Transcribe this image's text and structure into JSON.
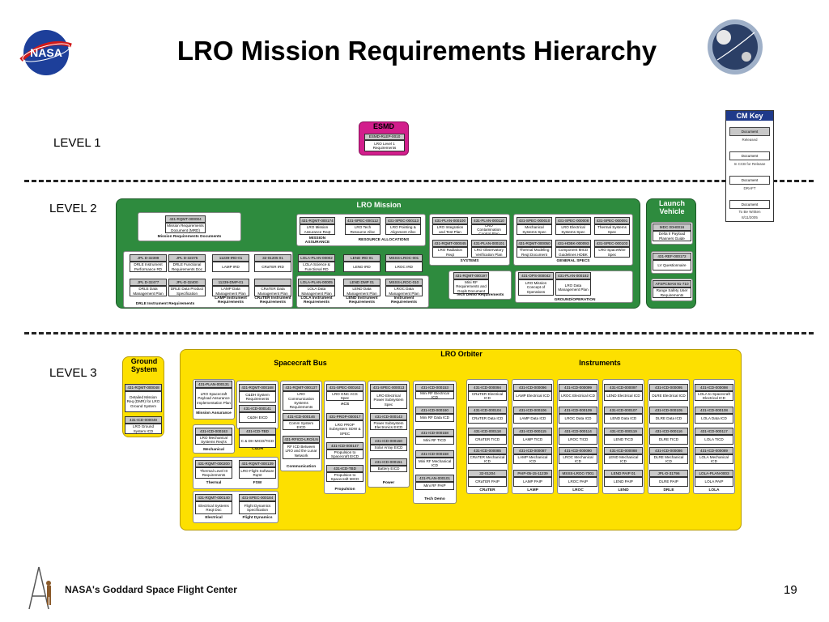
{
  "title": "LRO Mission Requirements Hierarchy",
  "levels": [
    "LEVEL 1",
    "LEVEL 2",
    "LEVEL 3"
  ],
  "cmkey": {
    "title": "CM Key",
    "items": [
      "Document",
      "Released",
      "Document",
      "In CCB for Release",
      "Document",
      "DRAFT",
      "Document",
      "To Be Written"
    ],
    "date": "8/11/2005"
  },
  "esmd": {
    "title": "ESMD",
    "doc": "ESMD-RLEP-0010",
    "desc": "LRO Level 1 Requirements"
  },
  "mission": {
    "title": "LRO Mission",
    "mrd_id": "431-RQMT-000004",
    "mrd_desc": "Mission Requirements Document (MRD)",
    "mrd_cap": "Mission Requirements Documents",
    "ma_id": "431-RQMT-000174",
    "ma_desc": "LRO Mission Assurance Reqt",
    "ma_cap": "MISSION ASSURANCE",
    "ra1_id": "431-SPEC-000112",
    "ra1_desc": "LRO Tech Resource Alloc",
    "ra2_id": "431-SPEC-000113",
    "ra2_desc": "LRO Pointing & Alignment Alloc",
    "ra_cap": "RESOURCE ALLOCATIONS",
    "sys": [
      [
        "431-PLAN-000100",
        "LRO Integration and Test Plan"
      ],
      [
        "431-PLAN-000110",
        "LRO Contamination Control Plan"
      ],
      [
        "431-RQMT-000045",
        "LRO Radiation Reqt"
      ],
      [
        "431-PLAN-000101",
        "LRO Observatory Verification Plan"
      ]
    ],
    "sys_cap": "SYSTEMS",
    "gen": [
      [
        "431-SPEC-000010",
        "Mechanical Systems Spec"
      ],
      [
        "431-SPEC-000008",
        "LRO Electrical Systems Spec"
      ],
      [
        "431-SPEC-000091",
        "Thermal Systems Spec"
      ],
      [
        "431-RQMT-000050",
        "Thermal Modeling Reqt Document"
      ],
      [
        "431-HDBK-000093",
        "Component MICD Guidelines HDBK"
      ],
      [
        "431-SPEC-000103",
        "LRO SpaceWire Spec"
      ]
    ],
    "gen_cap": "GENERAL SPECS",
    "td_id": "431-RQMT-000197",
    "td_desc": "Mini RF Requirements and Goals Document",
    "td_cap": "Tech Demo Requirements",
    "go": [
      [
        "431-OPS-000042",
        "LRO Mission Concept of Operations"
      ],
      [
        "431-PLAN-000182",
        "LRO Data Management Plan"
      ]
    ],
    "go_cap": "GROUND/OPERATION",
    "inst": [
      [
        "JPL D-32399",
        "DRLE Instrument Performance RD",
        "JPL D-32477",
        "DRLE Data Management Plan"
      ],
      [
        "JPL D-32375",
        "DRLE Functional Requirements Doc",
        "JPL-D-32400",
        "DRLE Data Product Specification"
      ],
      [
        "11239-IRD-01",
        "LAMP IRD",
        "11239-DMP-01",
        "LAMP Data Management Plan"
      ],
      [
        "32-01205 01",
        "CRaTER IRD",
        "",
        "CRaTER Data Management Plan"
      ],
      [
        "LOLA-PLAN-00002",
        "LOLA Science & Functional RD",
        "LOLA-PLAN-00005",
        "LOLA Data Management Plan"
      ],
      [
        "LEND IRD 01",
        "LEND IRD",
        "LEND DMP 01",
        "LEND Data Management Plan"
      ],
      [
        "MSSS-LROC-001",
        "LROC IRD",
        "MSSS-LROC-010",
        "LROC Data Management Plan"
      ]
    ],
    "inst_caps": [
      "DRLE Instrument Requirements",
      "LAMP Instrument Requirements",
      "CRaTER Instrument Requirements",
      "LOLA Instrument Requirements",
      "LEND Instrument Requirements",
      "Instrument Requirements"
    ]
  },
  "launch": {
    "title": "Launch Vehicle",
    "items": [
      [
        "MDC 00H0016",
        "Delta II Payload Planners Guide"
      ],
      [
        "431-REF-000172",
        "LV Questionnaire"
      ],
      [
        "AFSPCMAN 91-710",
        "Range Safety User Requirements"
      ]
    ]
  },
  "orbiter": {
    "title": "LRO Orbiter",
    "sc": "Spacecraft Bus",
    "inst": "Instruments",
    "ground": "Ground System",
    "gnd": [
      [
        "431-RQMT-000048",
        "Detailed Mission Req (DMR) for LRO Ground System"
      ],
      [
        "431-ICD-000049",
        "LRO Ground System ICD"
      ]
    ],
    "ma": [
      [
        "431-PLAN-000131",
        "LRO Spacecraft Payload Assurance Implementation Plan"
      ]
    ],
    "ma_cap": "Mission Assurance",
    "cdh": [
      [
        "431-RQMT-000168",
        "C&DH System Requirements"
      ],
      [
        "431-ICD-000141",
        "C&DH EICD"
      ]
    ],
    "cdh_cap": "C&DH",
    "mech": [
      [
        "431-ICD-000163",
        "LRO Mechanical Systems Req'ts"
      ],
      [
        "431-ICD-TBD",
        "C & DH MICD/TICD"
      ]
    ],
    "mech_cap": "Mechanical",
    "comm": [
      [
        "431-RQMT-000137",
        "LRO Communication Systems Requirements"
      ],
      [
        "431-ICD-000146",
        "Comm System EICD"
      ],
      [
        "431-RFICD-LRO/LN",
        "RF ICD Between LRO and the Lunar Network"
      ]
    ],
    "comm_cap": "Communication",
    "acs": [
      [
        "431-SPEC-000162",
        "LRO GNC ACS Spec"
      ],
      [
        "431-PROP-000017",
        "LRO PROP Subsystem SDW & SPEC"
      ],
      [
        "431-ICD-000147",
        "Propulsion to Spacecraft EICD"
      ],
      [
        "431-ICD-TBD",
        "Propulsion to Spacecraft MICD"
      ]
    ],
    "acs_cap": "ACS",
    "prop_cap": "Propulsion",
    "pwr": [
      [
        "431-SPEC-000013",
        "LRO Electrical Power Subsystem Spec"
      ],
      [
        "431-ICD-000143",
        "Power Subsystem Electronics EICD"
      ],
      [
        "431-ICD-000150",
        "Solar Array EICD"
      ],
      [
        "431-ICD-000151",
        "Battery EICD"
      ]
    ],
    "pwr_cap": "Power",
    "therm": [
      [
        "431-RQMT-000200",
        "Thermal Level III Requirements"
      ],
      [
        "431-RQMT-000139",
        "LRO Flight Software Rqmt"
      ]
    ],
    "therm_cap": "Thermal",
    "fsw_cap": "FSW",
    "elec": [
      [
        "431-RQMT-000140",
        "Electrical Systems Reqt Doc"
      ],
      [
        "431-SPEC-000184",
        "Flight Dynamics Specification"
      ]
    ],
    "elec_cap": "Electrical",
    "fd_cap": "Flight Dynamics",
    "td": [
      [
        "431-ICD-000153",
        "Mini RF Electrical ICD"
      ],
      [
        "431-ICD-000160",
        "Mini RF Data ICD"
      ],
      [
        "431-ICD-000158",
        "Mini RF TICD"
      ],
      [
        "431-ICD-000158",
        "Mini RF Mechanical ICD"
      ],
      [
        "431-PLAN-000101",
        "Mini RF PAIP"
      ]
    ],
    "td_cap": "Tech Demo",
    "icols": [
      {
        "cap": "CRaTER",
        "items": [
          [
            "431-ICD-000094",
            "CRaTER Electrical ICD"
          ],
          [
            "431-ICD-000104",
            "CRaTER Data ICD"
          ],
          [
            "431-ICD-000118",
            "CRaTER TICD"
          ],
          [
            "431-ICD-000085",
            "CRaTER Mechanical ICD"
          ],
          [
            "32-01204",
            "CRaTER PAIP"
          ]
        ]
      },
      {
        "cap": "LAMP",
        "items": [
          [
            "431-ICD-000096",
            "LAMP Electrical ICD"
          ],
          [
            "431-ICD-000106",
            "LAMP Data ICD"
          ],
          [
            "431-ICD-000115",
            "LAMP TICD"
          ],
          [
            "431-ICD-000087",
            "LAMP Mechanical ICD"
          ],
          [
            "PAIP-05-15-11239",
            "LAMP PAIP"
          ]
        ]
      },
      {
        "cap": "LROC",
        "items": [
          [
            "431-ICD-000099",
            "LROC Electrical ICD"
          ],
          [
            "431-ICD-000109",
            "LROC Data ICD"
          ],
          [
            "431-ICD-000114",
            "LROC TICD"
          ],
          [
            "431-ICD-000090",
            "LROC Mechanical ICD"
          ],
          [
            "MSSS-LROC-7001",
            "LROC PAIP"
          ]
        ]
      },
      {
        "cap": "LEND",
        "items": [
          [
            "431-ICD-000097",
            "LEND Electrical ICD"
          ],
          [
            "431-ICD-000107",
            "LEND Data ICD"
          ],
          [
            "431-ICD-000119",
            "LEND TICD"
          ],
          [
            "431-ICD-000088",
            "LEND Mechanical ICD"
          ],
          [
            "LEND PAIP 01",
            "LEND PAIP"
          ]
        ]
      },
      {
        "cap": "DRLE",
        "items": [
          [
            "431-ICD-000095",
            "DLRE Electrical ICD"
          ],
          [
            "431-ICD-000105",
            "DLRE Data ICD"
          ],
          [
            "431-ICD-000116",
            "DLRE TICD"
          ],
          [
            "431-ICD-000086",
            "DLRE Mechanical ICD"
          ],
          [
            "JPL-D-31796",
            "DLRE PAIP"
          ]
        ]
      },
      {
        "cap": "LOLA",
        "items": [
          [
            "431-ICD-000098",
            "LOLA to Spacecraft Electrical ICD"
          ],
          [
            "431-ICD-000108",
            "LOLA Data ICD"
          ],
          [
            "431-ICD-000117",
            "LOLA TICD"
          ],
          [
            "431-ICD-000089",
            "LOLA Mechanical ICD"
          ],
          [
            "LOLA-PLAN-0003",
            "LOLA PAIP"
          ]
        ]
      }
    ]
  },
  "footer": "NASA's Goddard Space Flight Center",
  "page": "19",
  "nasa": "NASA"
}
